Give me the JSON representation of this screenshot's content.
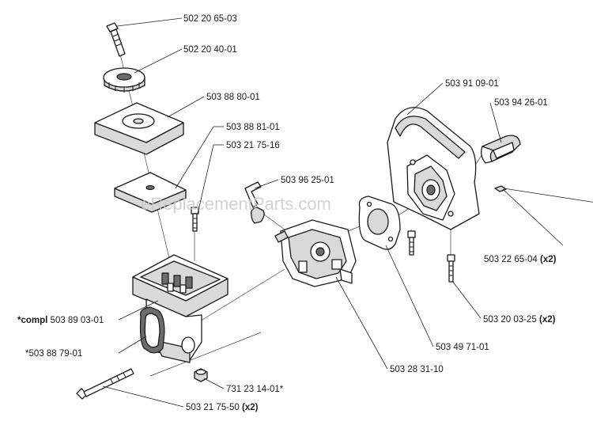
{
  "watermark": "eReplacementParts.com",
  "labels": {
    "p1": "502 20 65-03",
    "p2": "502 20 40-01",
    "p3": "503 88 80-01",
    "p4": "503 88 81-01",
    "p5": "503 21 75-16",
    "p6": "503 96 25-01",
    "p7": "503 91 09-01",
    "p8": "503 94 26-01",
    "p9_num": "503 22 65-04",
    "p9_qty": "(x2)",
    "p10_num": "503 20 03-25",
    "p10_qty": "(x2)",
    "p11": "503 49 71-01",
    "p12": "503 28 31-10",
    "p13": "731 23 14-01*",
    "p14_num": "503 21 75-50",
    "p14_qty": "(x2)",
    "p15_pre": "*compl",
    "p15_num": "503 89 03-01",
    "p16": "*503 88 79-01"
  }
}
